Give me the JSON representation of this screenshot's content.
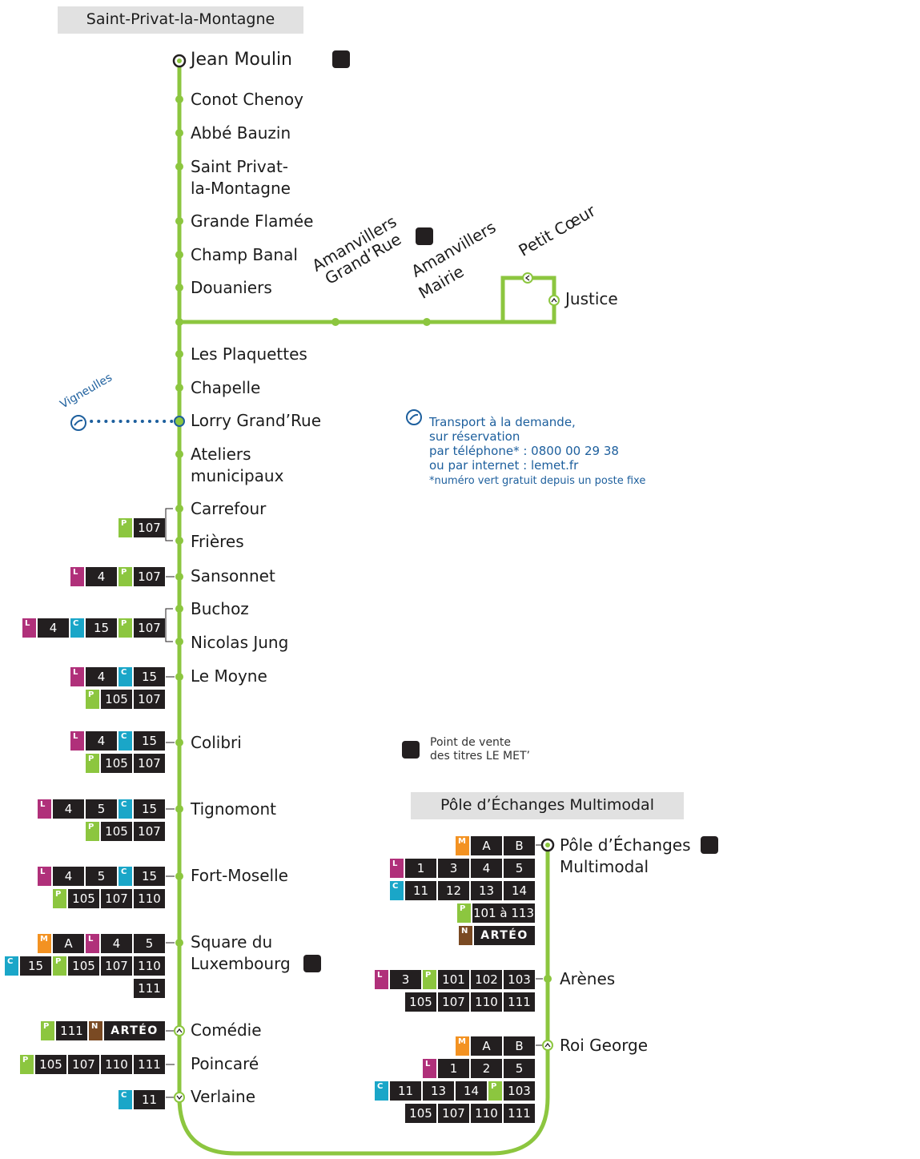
{
  "termini": {
    "north": "Saint-Privat-la-Montagne",
    "south": "Pôle d’Échanges Multimodal"
  },
  "colors": {
    "line": "#8cc63f",
    "stop_dot": "#8cc63f",
    "tad": "#1d5f9d",
    "badge_bg": "#231f20",
    "L": "#b0307a",
    "C": "#1aa6c8",
    "P": "#8cc63f",
    "M": "#f39222",
    "N": "#7a4a23"
  },
  "stops": {
    "jean_moulin": "Jean Moulin",
    "conot_chenoy": "Conot Chenoy",
    "abbe_bauzin": "Abbé Bauzin",
    "saint_privat_1": "Saint Privat-",
    "saint_privat_2": "la-Montagne",
    "grande_flamee": "Grande Flamée",
    "champ_banal": "Champ Banal",
    "douaniers": "Douaniers",
    "amanvillers_grandrue_1": "Amanvillers",
    "amanvillers_grandrue_2": "Grand’Rue",
    "amanvillers_mairie_1": "Amanvillers",
    "amanvillers_mairie_2": "Mairie",
    "petit_coeur": "Petit Cœur",
    "justice": "Justice",
    "les_plaquettes": "Les Plaquettes",
    "chapelle": "Chapelle",
    "lorry_grandrue": "Lorry Grand’Rue",
    "vigneulles": "Vigneulles",
    "ateliers_1": "Ateliers",
    "ateliers_2": "municipaux",
    "carrefour": "Carrefour",
    "frieres": "Frières",
    "sansonnet": "Sansonnet",
    "buchoz": "Buchoz",
    "nicolas_jung": "Nicolas Jung",
    "le_moyne": "Le Moyne",
    "colibri": "Colibri",
    "tignomont": "Tignomont",
    "fort_moselle": "Fort-Moselle",
    "square_1": "Square du",
    "square_2": "Luxembourg",
    "comedie": "Comédie",
    "poincare": "Poincaré",
    "verlaine": "Verlaine",
    "pem_1": "Pôle d’Échanges",
    "pem_2": "Multimodal",
    "arenes": "Arènes",
    "roi_george": "Roi George"
  },
  "tad_info": {
    "line1": "Transport à la demande,",
    "line2": "sur réservation",
    "line3": "par téléphone* : 0800 00 29 38",
    "line4": "ou par internet : lemet.fr",
    "line5": "*numéro vert gratuit depuis un poste fixe"
  },
  "sales_info": {
    "line1": "Point de vente",
    "line2": "des titres LE MET’"
  },
  "icons": {
    "shop": "ticket-shop-icon",
    "tad": "phone-on-demand-icon"
  },
  "connections": {
    "carrefour_frieres": [
      [
        "P",
        "107"
      ]
    ],
    "sansonnet": [
      [
        "L",
        "4"
      ],
      [
        "P",
        "107"
      ]
    ],
    "buchoz_nicolas": [
      [
        "L",
        "4"
      ],
      [
        "C",
        "15"
      ],
      [
        "P",
        "107"
      ]
    ],
    "le_moyne": [
      [
        [
          "L",
          "4"
        ],
        [
          "C",
          "15"
        ]
      ],
      [
        [
          "P",
          "105",
          "107"
        ]
      ]
    ],
    "colibri": [
      [
        [
          "L",
          "4"
        ],
        [
          "C",
          "15"
        ]
      ],
      [
        [
          "P",
          "105",
          "107"
        ]
      ]
    ],
    "tignomont": [
      [
        [
          "L",
          "4",
          "5"
        ],
        [
          "C",
          "15"
        ]
      ],
      [
        [
          "P",
          "105",
          "107"
        ]
      ]
    ],
    "fort_moselle": [
      [
        [
          "L",
          "4",
          "5"
        ],
        [
          "C",
          "15"
        ]
      ],
      [
        [
          "P",
          "105",
          "107",
          "110"
        ]
      ]
    ],
    "square_luxembourg": [
      [
        [
          "M",
          "A"
        ],
        [
          "L",
          "4",
          "5"
        ]
      ],
      [
        [
          "C",
          "15"
        ],
        [
          "P",
          "105",
          "107",
          "110"
        ]
      ],
      [
        [
          "",
          "111"
        ]
      ]
    ],
    "comedie": [
      [
        "P",
        "111"
      ],
      [
        "N",
        "ARTÉO"
      ]
    ],
    "poincare": [
      [
        "P",
        "105",
        "107",
        "110",
        "111"
      ]
    ],
    "verlaine": [
      [
        "C",
        "11"
      ]
    ],
    "pem": [
      [
        [
          "M",
          "A",
          "B"
        ]
      ],
      [
        [
          "L",
          "1",
          "3",
          "4",
          "5"
        ]
      ],
      [
        [
          "C",
          "11",
          "12",
          "13",
          "14"
        ]
      ],
      [
        [
          "P",
          "101 à 113"
        ]
      ],
      [
        [
          "N",
          "ARTÉO"
        ]
      ]
    ],
    "arenes": [
      [
        [
          "L",
          "3"
        ],
        [
          "P",
          "101",
          "102",
          "103"
        ]
      ],
      [
        [
          "",
          "105",
          "107",
          "110",
          "111"
        ]
      ]
    ],
    "roi_george": [
      [
        [
          "M",
          "A",
          "B"
        ]
      ],
      [
        [
          "L",
          "1",
          "2",
          "5"
        ]
      ],
      [
        [
          "C",
          "11",
          "13",
          "14"
        ],
        [
          "P",
          "103"
        ]
      ],
      [
        [
          "",
          "105",
          "107",
          "110",
          "111"
        ]
      ]
    ]
  }
}
